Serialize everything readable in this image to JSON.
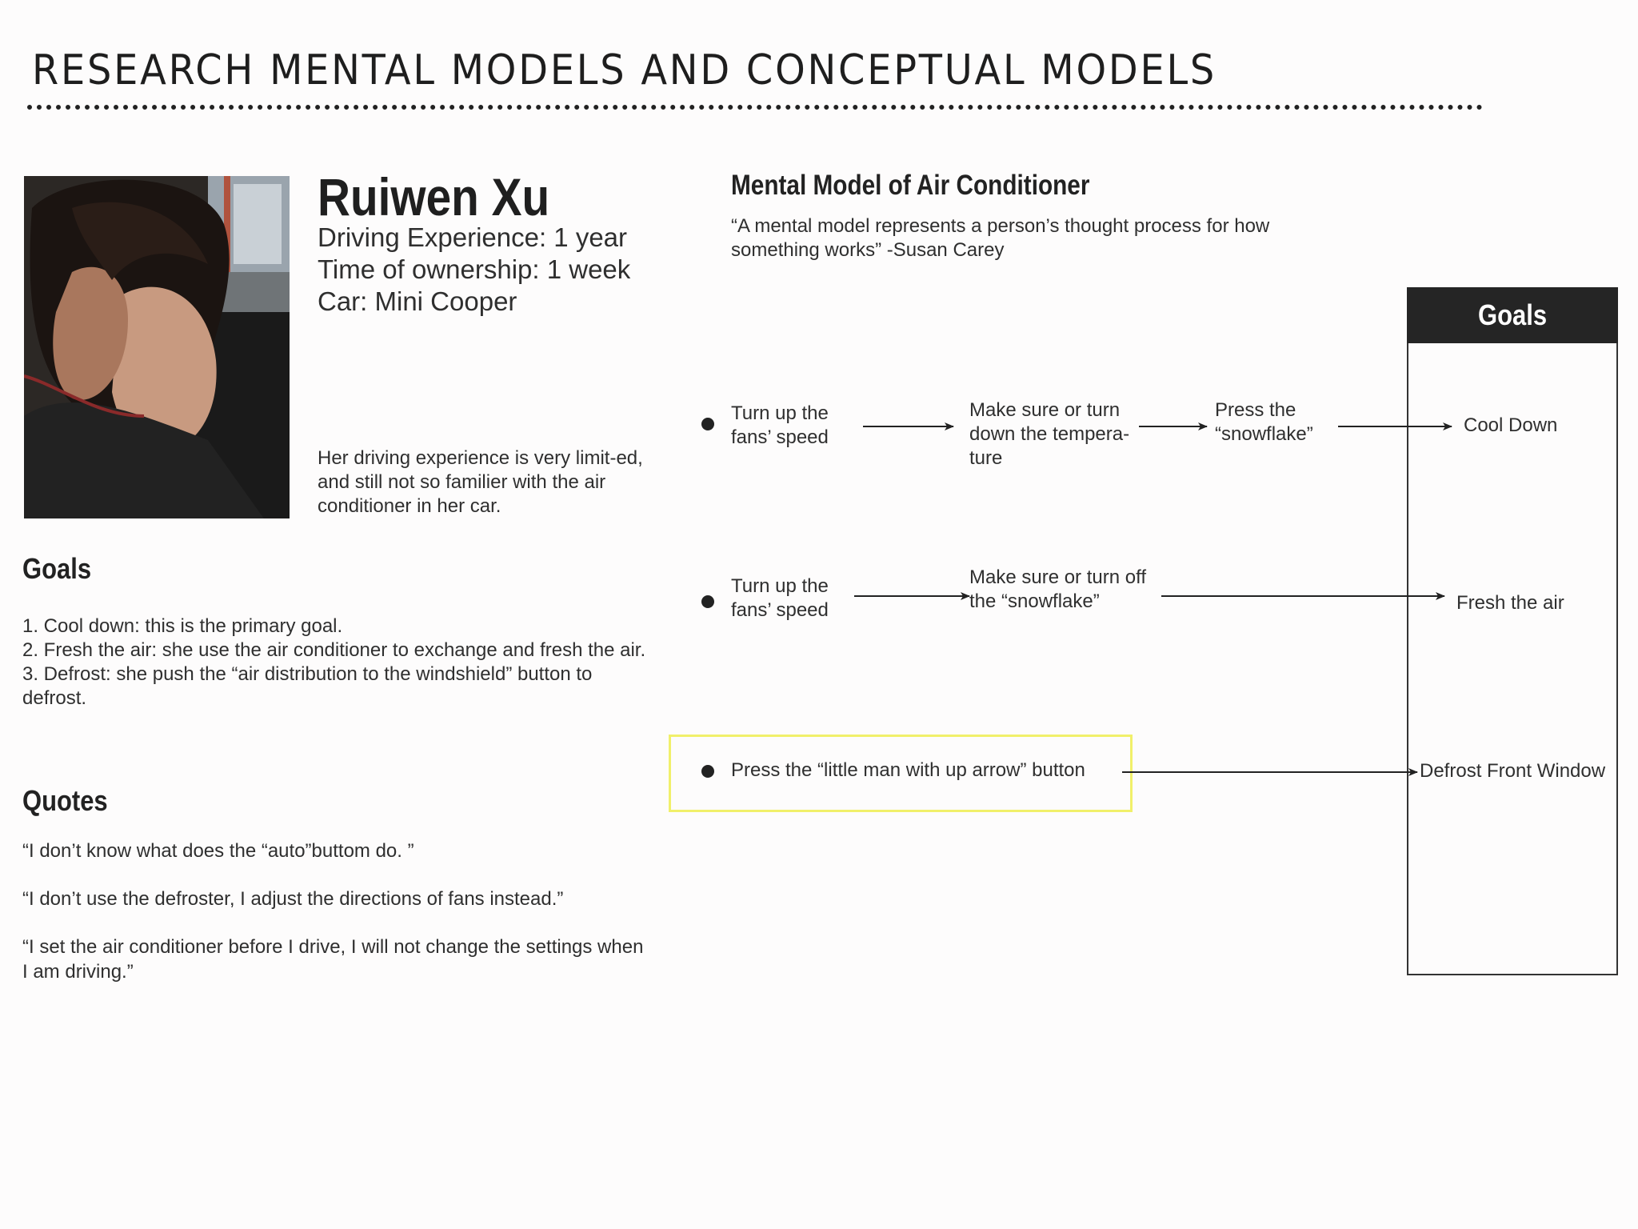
{
  "page": {
    "heading": "RESEARCH MENTAL MODELS AND CONCEPTUAL MODELS"
  },
  "persona": {
    "name": "Ruiwen Xu",
    "details": [
      "Driving Experience: 1 year",
      "Time of ownership: 1 week",
      "Car: Mini Cooper"
    ],
    "bio": "Her driving experience is very limit-ed, and still not so familier with the air conditioner in her car."
  },
  "goals": {
    "title": "Goals",
    "items": [
      "1. Cool down: this is the primary goal.",
      "2. Fresh the air: she use the air conditioner to exchange and fresh the air.",
      "3. Defrost: she push the “air distribution to the windshield” button to defrost."
    ]
  },
  "quotes": {
    "title": "Quotes",
    "items": [
      "“I don’t know what does the “auto”buttom do. ”",
      "“I don’t use the defroster, I adjust the directions of fans instead.”",
      "“I set the air conditioner before I drive, I will not change the settings when I am driving.”"
    ]
  },
  "mental_model": {
    "title": "Mental Model of Air Conditioner",
    "quote": "“A mental model represents a person’s thought process for how something works”  -Susan Carey",
    "rows": [
      {
        "step1": "Turn up the fans’ speed",
        "step2": "Make sure or turn down the tempera-ture",
        "step3": "Press the “snowflake”",
        "goal": "Cool Down"
      },
      {
        "step1": "Turn up the fans’ speed",
        "step2": "Make sure or turn off the “snowflake”",
        "goal": "Fresh the air"
      },
      {
        "step1": "Press the “little man with up arrow” button",
        "goal": "Defrost Front Window"
      }
    ],
    "goals_header": "Goals"
  },
  "colors": {
    "highlight": "#f1f06a",
    "header_dark": "#252525"
  }
}
